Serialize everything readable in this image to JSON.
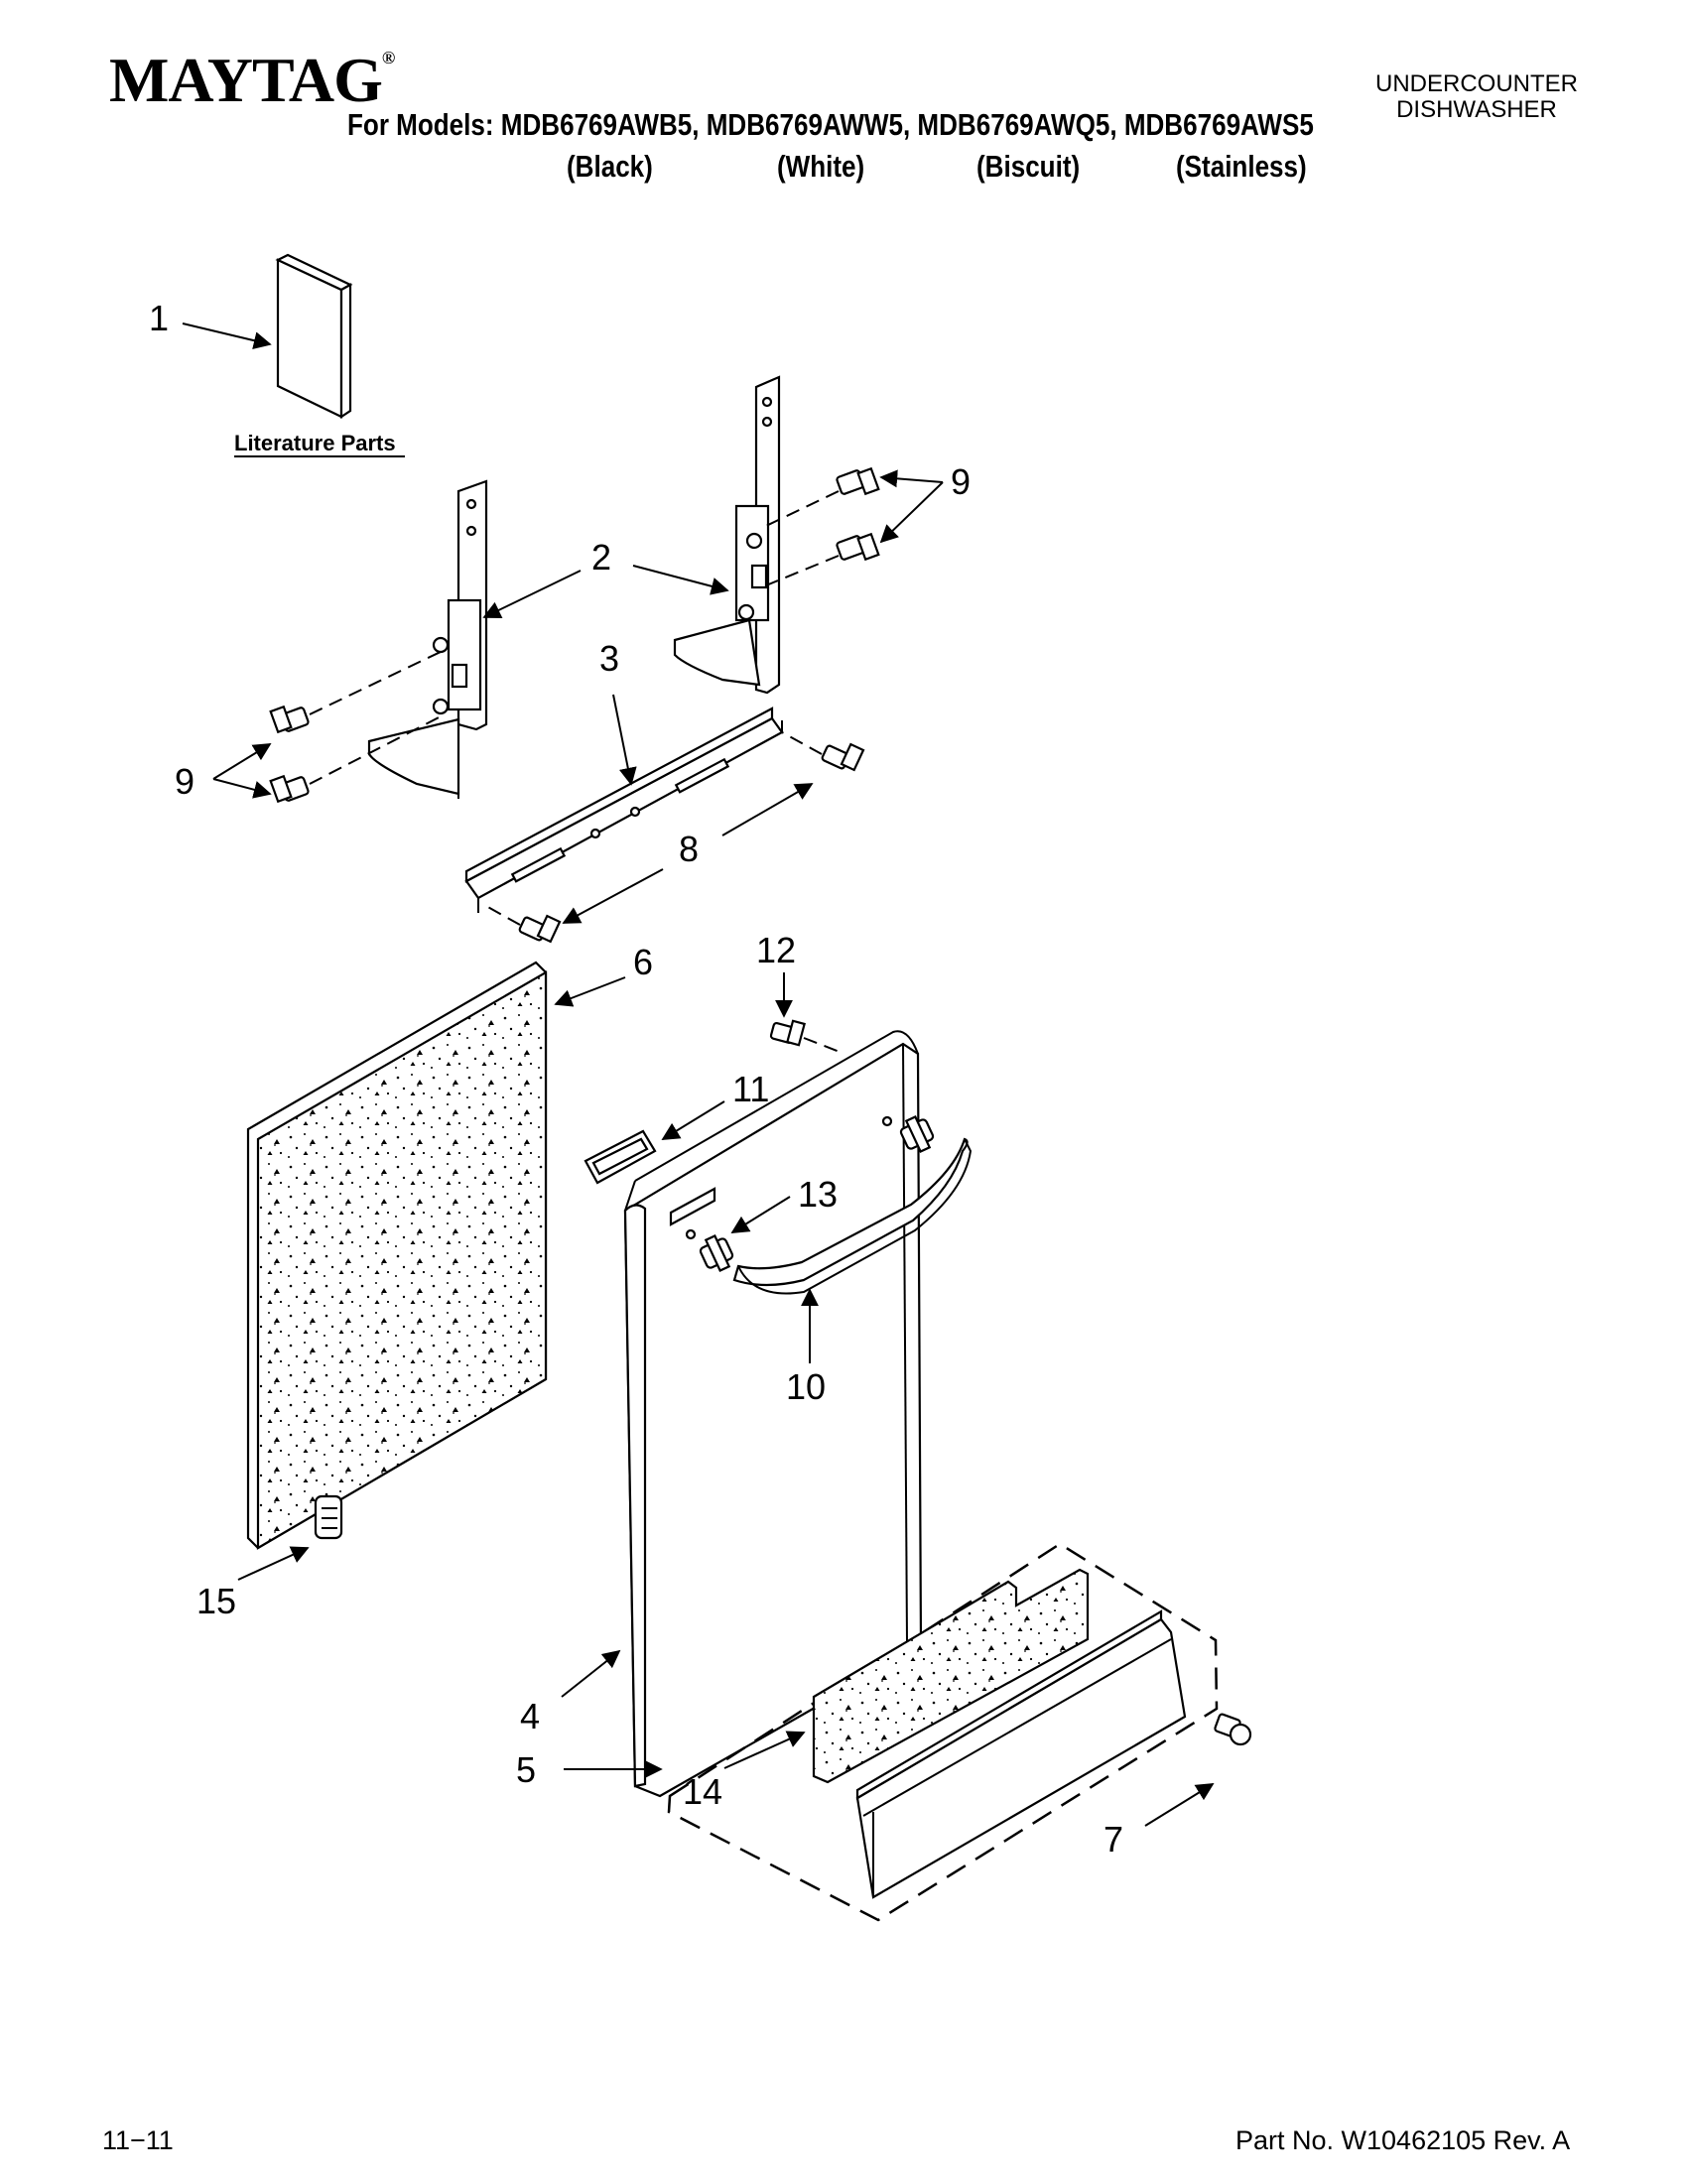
{
  "header": {
    "brand": "MAYTAG",
    "brand_mark": "®",
    "product_line1": "UNDERCOUNTER",
    "product_line2": "DISHWASHER",
    "models_line": "For Models: MDB6769AWB5, MDB6769AWW5, MDB6769AWQ5, MDB6769AWS5",
    "finishes": [
      "(Black)",
      "(White)",
      "(Biscuit)",
      "(Stainless)"
    ]
  },
  "diagram": {
    "literature_label": "Literature Parts",
    "callouts": {
      "c1": "1",
      "c2": "2",
      "c3": "3",
      "c4": "4",
      "c5": "5",
      "c6": "6",
      "c7": "7",
      "c8": "8",
      "c9a": "9",
      "c9b": "9",
      "c10": "10",
      "c11": "11",
      "c12": "12",
      "c13": "13",
      "c14": "14",
      "c15": "15"
    }
  },
  "footer": {
    "date_code": "11−11",
    "part_number": "Part No. W10462105 Rev. A"
  }
}
